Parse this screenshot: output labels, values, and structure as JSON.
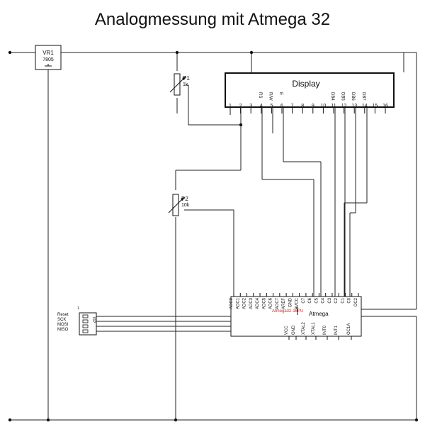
{
  "title": "Analogmessung mit Atmega 32",
  "vr1": {
    "name": "VR1",
    "part": "7805"
  },
  "p1": {
    "name": "P1",
    "value": "1k"
  },
  "p2": {
    "name": "P2",
    "value": "10k"
  },
  "display": {
    "label": "Display",
    "pin_numbers": [
      "1",
      "2",
      "3",
      "4",
      "5",
      "6",
      "7",
      "8",
      "9",
      "10",
      "11",
      "12",
      "13",
      "14",
      "15",
      "16"
    ],
    "signal_labels": [
      {
        "pin": 4,
        "text": "RS"
      },
      {
        "pin": 5,
        "text": "R/W"
      },
      {
        "pin": 6,
        "text": "E"
      },
      {
        "pin": 11,
        "text": "DB4"
      },
      {
        "pin": 12,
        "text": "DB5"
      },
      {
        "pin": 13,
        "text": "DB6"
      },
      {
        "pin": 14,
        "text": "DB7"
      }
    ]
  },
  "atmega": {
    "label": "Atmega",
    "red_label": "Atmega32-16PU",
    "top_pins": [
      "ADC0",
      "ADC1",
      "ADC2",
      "ADC3",
      "ADC4",
      "ADC5",
      "ADC6",
      "ADC7",
      "AREF",
      "GND",
      "AVCC",
      "C7",
      "C6",
      "C5",
      "C4",
      "C3",
      "C2",
      "C1",
      "C0",
      "OC2"
    ],
    "bottom_pins": [
      "VCC",
      "GND",
      "XTAL2",
      "XTAL1",
      "INT0",
      "INT1",
      "OC1A"
    ]
  },
  "isp": {
    "pin1": "1",
    "lines": [
      "Reset",
      "SCK",
      "MOSI",
      "MISO"
    ],
    "connector_label": "ISP"
  },
  "colors": {
    "wire": "#222222",
    "accent": "#e02020"
  }
}
